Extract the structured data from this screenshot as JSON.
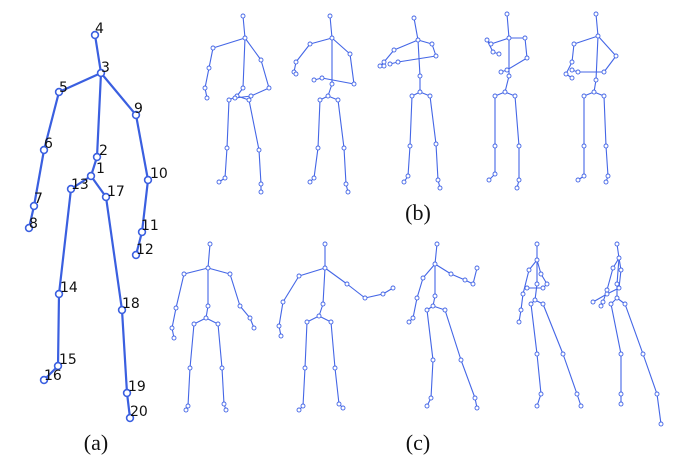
{
  "panels": {
    "a": {
      "label": "(a)"
    },
    "b": {
      "label": "(b)"
    },
    "c": {
      "label": "(c)"
    }
  },
  "joint_labels": [
    "1",
    "2",
    "3",
    "4",
    "5",
    "6",
    "7",
    "8",
    "9",
    "10",
    "11",
    "12",
    "13",
    "14",
    "15",
    "16",
    "17",
    "18",
    "19",
    "20"
  ],
  "colors": {
    "skeleton": "#3a5fe0",
    "text": "#111111",
    "background": "#ffffff"
  }
}
